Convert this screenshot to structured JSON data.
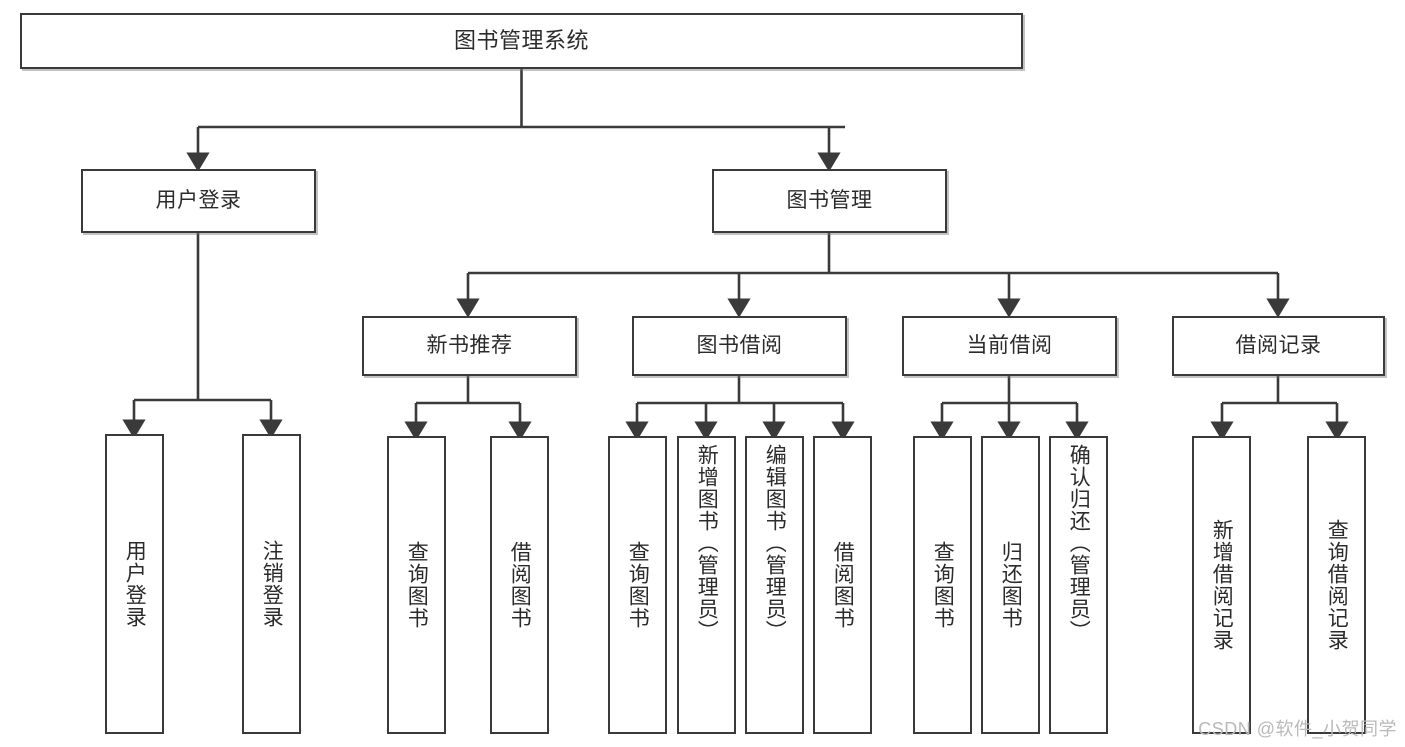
{
  "diagram": {
    "type": "tree-hierarchy",
    "title": "图书管理系统",
    "watermark": "CSDN @软件_小贺同学",
    "colors": {
      "box_border": "#3a3a3a",
      "box_fill": "#ffffff",
      "text": "#2b2b2b",
      "connector": "#3a3a3a",
      "watermark": "#b9b9b9"
    },
    "levels": [
      {
        "level": 1,
        "nodes": [
          {
            "id": "root",
            "label": "图书管理系统",
            "orientation": "horizontal"
          }
        ]
      },
      {
        "level": 2,
        "nodes": [
          {
            "id": "user-login",
            "label": "用户登录",
            "orientation": "horizontal",
            "parent": "root"
          },
          {
            "id": "book-manage",
            "label": "图书管理",
            "orientation": "horizontal",
            "parent": "root"
          }
        ]
      },
      {
        "level": 3,
        "nodes": [
          {
            "id": "new-book-recommend",
            "label": "新书推荐",
            "orientation": "horizontal",
            "parent": "book-manage"
          },
          {
            "id": "book-borrow",
            "label": "图书借阅",
            "orientation": "horizontal",
            "parent": "book-manage"
          },
          {
            "id": "current-borrow",
            "label": "当前借阅",
            "orientation": "horizontal",
            "parent": "book-manage"
          },
          {
            "id": "borrow-record",
            "label": "借阅记录",
            "orientation": "horizontal",
            "parent": "book-manage"
          }
        ]
      },
      {
        "level": 4,
        "nodes": [
          {
            "id": "leaf-user-login",
            "label": "用户登录",
            "orientation": "vertical",
            "parent": "user-login"
          },
          {
            "id": "leaf-logout-login",
            "label": "注销登录",
            "orientation": "vertical",
            "parent": "user-login"
          },
          {
            "id": "leaf-query-book-a",
            "label": "查询图书",
            "orientation": "vertical",
            "parent": "new-book-recommend"
          },
          {
            "id": "leaf-borrow-book-a",
            "label": "借阅图书",
            "orientation": "vertical",
            "parent": "new-book-recommend"
          },
          {
            "id": "leaf-query-book-b",
            "label": "查询图书",
            "orientation": "vertical",
            "parent": "book-borrow"
          },
          {
            "id": "leaf-add-book",
            "label": "新增图书（管理员）",
            "orientation": "vertical",
            "parent": "book-borrow"
          },
          {
            "id": "leaf-edit-book",
            "label": "编辑图书（管理员）",
            "orientation": "vertical",
            "parent": "book-borrow"
          },
          {
            "id": "leaf-borrow-book-b",
            "label": "借阅图书",
            "orientation": "vertical",
            "parent": "book-borrow"
          },
          {
            "id": "leaf-query-book-c",
            "label": "查询图书",
            "orientation": "vertical",
            "parent": "current-borrow"
          },
          {
            "id": "leaf-return-book",
            "label": "归还图书",
            "orientation": "vertical",
            "parent": "current-borrow"
          },
          {
            "id": "leaf-confirm-return",
            "label": "确认归还（管理员）",
            "orientation": "vertical",
            "parent": "current-borrow"
          },
          {
            "id": "leaf-add-record",
            "label": "新增借阅记录",
            "orientation": "vertical",
            "parent": "borrow-record"
          },
          {
            "id": "leaf-query-record",
            "label": "查询借阅记录",
            "orientation": "vertical",
            "parent": "borrow-record"
          }
        ]
      }
    ]
  }
}
